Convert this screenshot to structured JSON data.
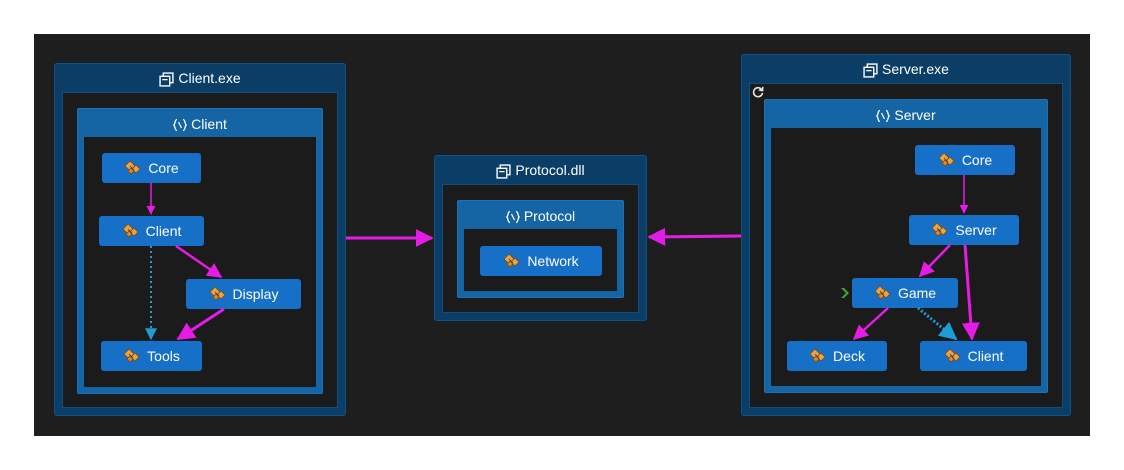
{
  "assemblies": {
    "client": {
      "title": "Client.exe",
      "namespace": "Client",
      "types": {
        "core": "Core",
        "client": "Client",
        "display": "Display",
        "tools": "Tools"
      }
    },
    "protocol": {
      "title": "Protocol.dll",
      "namespace": "Protocol",
      "types": {
        "network": "Network"
      }
    },
    "server": {
      "title": "Server.exe",
      "namespace": "Server",
      "types": {
        "core": "Core",
        "server": "Server",
        "game": "Game",
        "deck": "Deck",
        "client": "Client"
      }
    }
  },
  "colors": {
    "dependency": "#e51ce5",
    "dotted": "#1f9bd6",
    "entry": "#3aa53a",
    "accent": "#1670c7"
  },
  "icons": {
    "assembly": "assembly-icon",
    "namespace": "namespace-icon",
    "class": "class-icon",
    "refresh": "refresh-icon",
    "entry": "entry-point-icon"
  }
}
